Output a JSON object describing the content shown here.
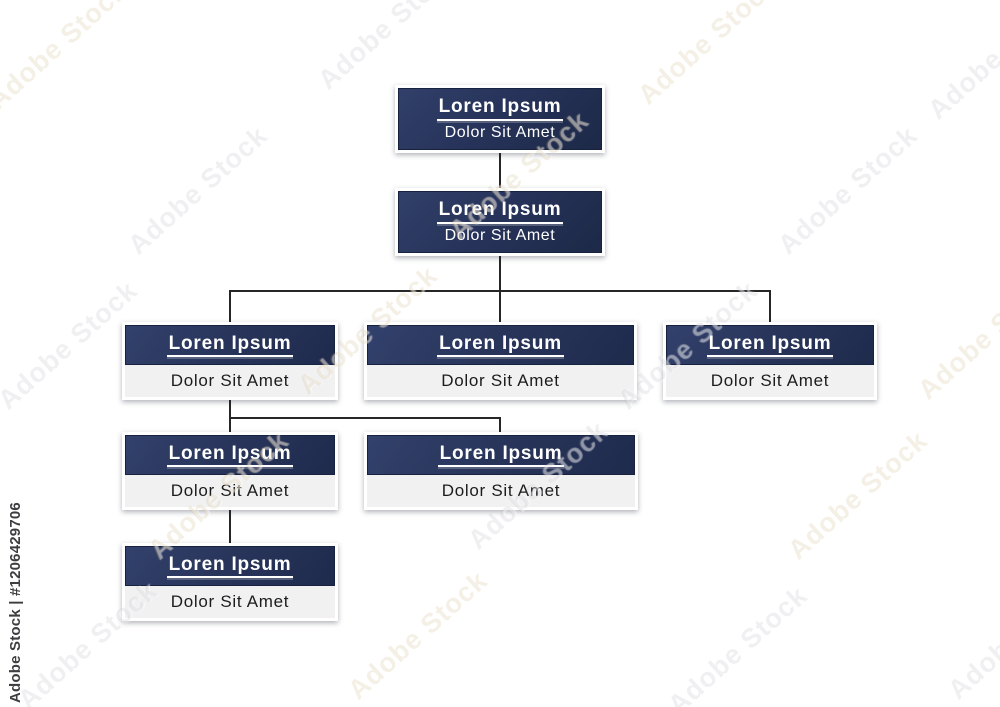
{
  "watermark": {
    "tile_text": "Adobe Stock",
    "id_text": "Adobe Stock | #1206429706"
  },
  "palette": {
    "node_navy_dark": "#1d2947",
    "node_navy_light": "#32416c",
    "node_border": "#16223f",
    "node_body_bg": "#f1f1f2",
    "node_body_text": "#1c1c1c",
    "connector_line": "#262626",
    "background": "#ffffff"
  },
  "org_chart": {
    "nodes": [
      {
        "id": "level1",
        "title": "Loren Ipsum",
        "subtitle": "Dolor Sit Amet",
        "style": "solid"
      },
      {
        "id": "level2",
        "title": "Loren Ipsum",
        "subtitle": "Dolor Sit Amet",
        "style": "solid"
      },
      {
        "id": "level3-a",
        "title": "Loren Ipsum",
        "subtitle": "Dolor Sit Amet",
        "style": "split"
      },
      {
        "id": "level3-b",
        "title": "Loren Ipsum",
        "subtitle": "Dolor Sit Amet",
        "style": "split"
      },
      {
        "id": "level3-c",
        "title": "Loren Ipsum",
        "subtitle": "Dolor Sit Amet",
        "style": "split"
      },
      {
        "id": "level4-a",
        "title": "Loren Ipsum",
        "subtitle": "Dolor Sit Amet",
        "style": "split"
      },
      {
        "id": "level4-b",
        "title": "Loren Ipsum",
        "subtitle": "Dolor Sit Amet",
        "style": "split"
      },
      {
        "id": "level5-a",
        "title": "Loren Ipsum",
        "subtitle": "Dolor Sit Amet",
        "style": "split"
      }
    ]
  }
}
